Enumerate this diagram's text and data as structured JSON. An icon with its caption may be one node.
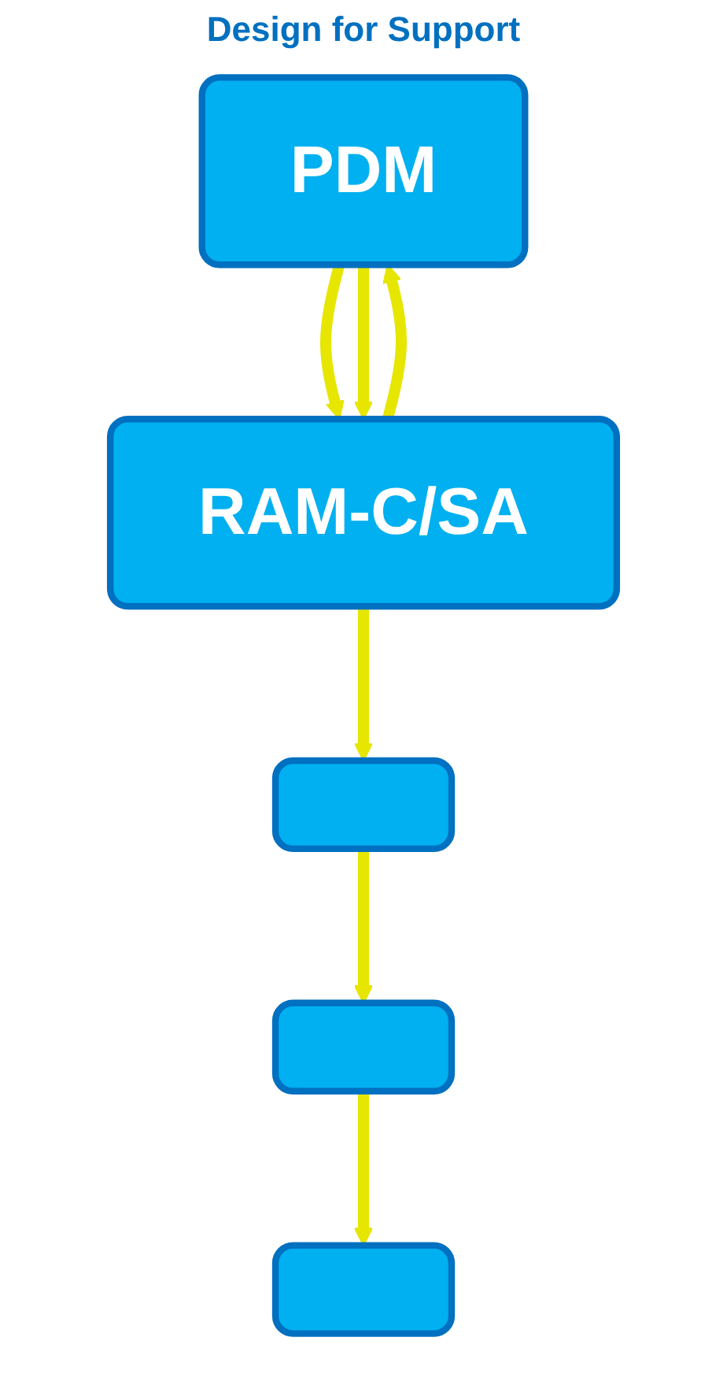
{
  "diagram": {
    "nodes": [
      {
        "text": [
          "PDM"
        ]
      },
      {
        "text": [
          "RAM-C/SA"
        ]
      },
      {
        "text": [],
        "shape": "box"
      },
      {
        "text": [],
        "shape": "box"
      },
      {
        "text": [],
        "shape": "box"
      }
    ],
    "edges": [
      {
        "from": 0,
        "to": 1,
        "arrow": "to"
      },
      {
        "from": 0,
        "to": 1,
        "arrow": "to"
      },
      {
        "from": 1,
        "to": 0,
        "arrow": "to"
      },
      {
        "from": 1,
        "to": 2,
        "arrow": "to"
      },
      {
        "from": 2,
        "to": 3,
        "arrow": "to"
      },
      {
        "from": 3,
        "to": 4,
        "arrow": "to"
      }
    ],
    "labels": [
      "Design for Support"
    ]
  }
}
